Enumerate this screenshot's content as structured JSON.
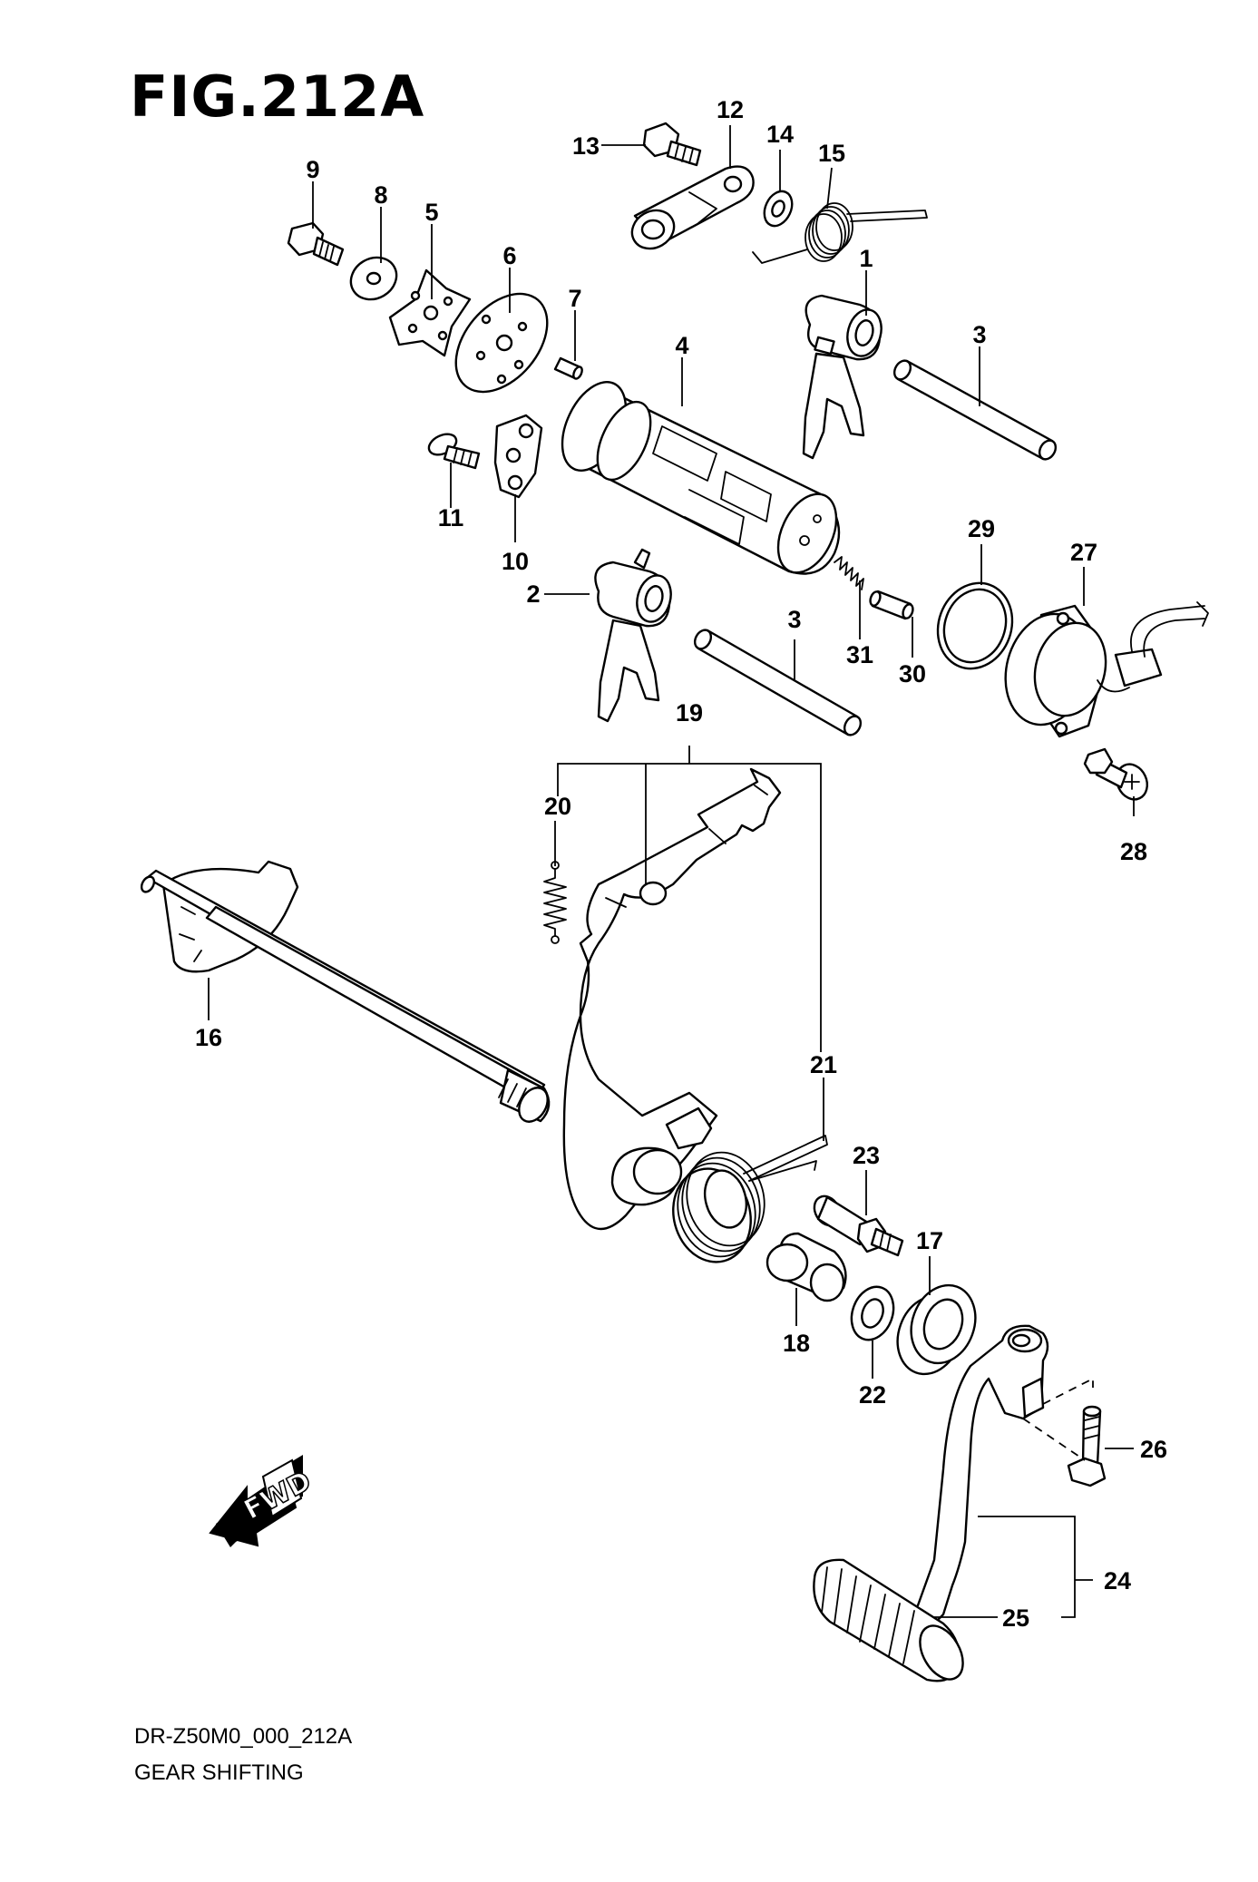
{
  "figure": {
    "title": "FIG.212A",
    "code": "DR-Z50M0_000_212A",
    "caption": "GEAR SHIFTING"
  },
  "fwd_label": "FWD",
  "callouts": [
    "1",
    "2",
    "3",
    "3",
    "4",
    "5",
    "6",
    "7",
    "8",
    "9",
    "10",
    "11",
    "12",
    "13",
    "14",
    "15",
    "16",
    "17",
    "18",
    "19",
    "20",
    "21",
    "22",
    "23",
    "24",
    "25",
    "26",
    "27",
    "28",
    "29",
    "30",
    "31"
  ]
}
